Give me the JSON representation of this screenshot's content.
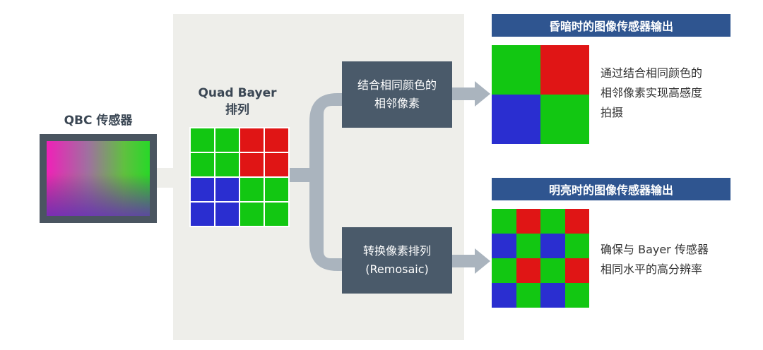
{
  "sensor": {
    "label": "QBC 传感器"
  },
  "quad_bayer": {
    "label_line1": "Quad Bayer",
    "label_line2": "排列",
    "cells": [
      "green",
      "green",
      "red",
      "red",
      "green",
      "green",
      "red",
      "red",
      "blue",
      "blue",
      "green",
      "green",
      "blue",
      "blue",
      "green",
      "green"
    ]
  },
  "process_top": {
    "line1": "结合相同颜色的",
    "line2": "相邻像素"
  },
  "process_bottom": {
    "line1": "转换像素排列",
    "line2": "(Remosaic)"
  },
  "output_dark": {
    "title": "昏暗时的图像传感器输出",
    "cells": [
      "green",
      "red",
      "blue",
      "green"
    ],
    "desc_line1": "通过结合相同颜色的",
    "desc_line2": "相邻像素实现高感度",
    "desc_line3": "拍摄"
  },
  "output_bright": {
    "title": "明亮时的图像传感器输出",
    "cells": [
      "green",
      "red",
      "green",
      "red",
      "blue",
      "green",
      "blue",
      "green",
      "green",
      "red",
      "green",
      "red",
      "blue",
      "green",
      "blue",
      "green"
    ],
    "desc_line1": "确保与 Bayer 传感器",
    "desc_line2": "相同水平的高分辨率"
  },
  "colors": {
    "red": "#e01515",
    "green": "#12c712",
    "blue": "#2a2ed0",
    "panel": "#eeeeea",
    "box": "#4a5a6a",
    "title_bar": "#2f5590",
    "pipe": "#aab4be"
  }
}
